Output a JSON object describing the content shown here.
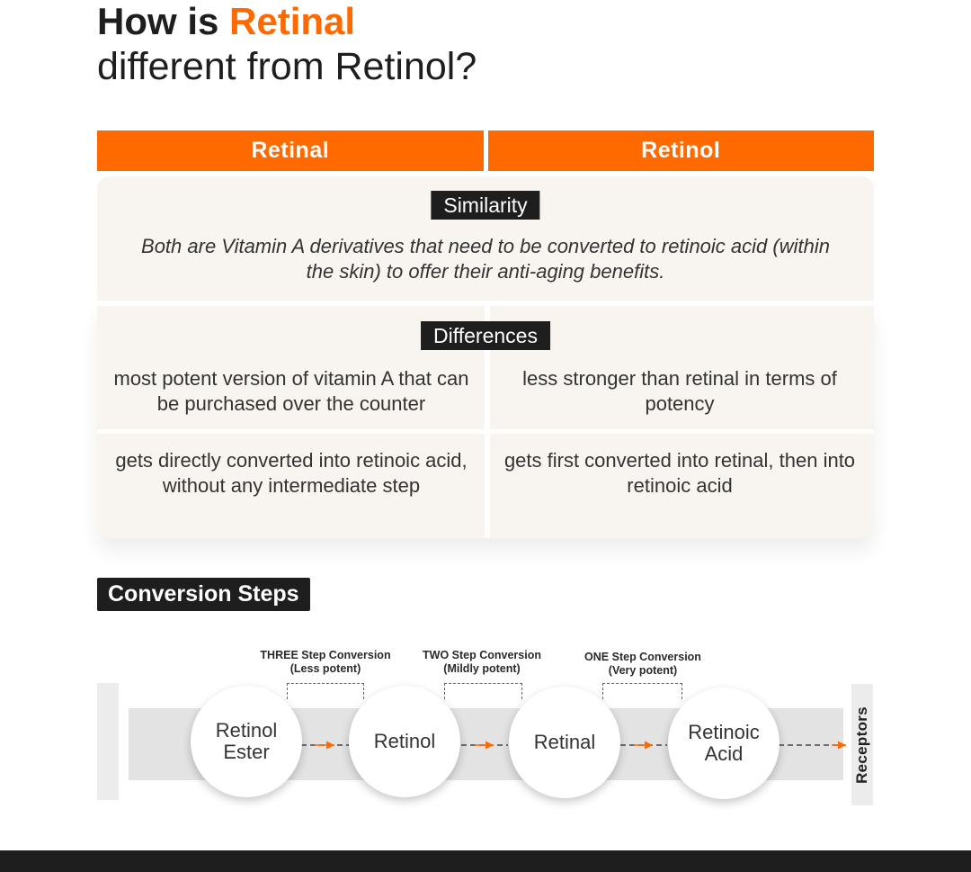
{
  "title": {
    "part1": "How is ",
    "accent": "Retinal",
    "line2": "different from Retinol?"
  },
  "header": {
    "left": "Retinal",
    "right": "Retinol"
  },
  "similarity": {
    "label": "Similarity",
    "text": "Both are Vitamin A derivatives that need to be converted to retinoic acid (within the skin) to offer their anti-aging benefits."
  },
  "differences": {
    "label": "Differences",
    "rows": [
      {
        "left": "most potent version of vitamin A that can be purchased over the counter",
        "right": "less stronger than retinal in terms of potency"
      },
      {
        "left": "gets directly converted into retinoic acid, without any intermediate step",
        "right": "gets first converted into retinal, then into retinoic acid"
      }
    ]
  },
  "conversion": {
    "label": "Conversion Steps",
    "steps": [
      {
        "title": "THREE Step Conversion",
        "note": "(Less potent)"
      },
      {
        "title": "TWO Step Conversion",
        "note": "(Mildly potent)"
      },
      {
        "title": "ONE Step Conversion",
        "note": "(Very potent)"
      }
    ],
    "nodes": [
      "Retinol\nEster",
      "Retinol",
      "Retinal",
      "Retinoic\nAcid"
    ],
    "end": "Receptors"
  },
  "colors": {
    "accent": "#ff6a00",
    "dark": "#1e1e1e",
    "panel": "#f8f4ef",
    "track": "#e3e3e3"
  },
  "icons": [
    "dashed-arrow-icon"
  ]
}
